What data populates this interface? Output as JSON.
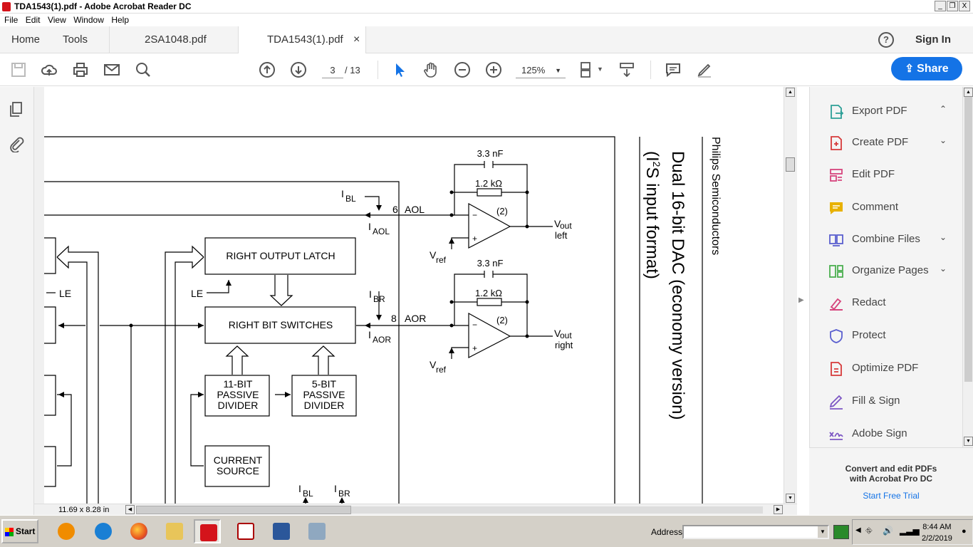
{
  "window": {
    "title": "TDA1543(1).pdf - Adobe Acrobat Reader DC",
    "min": "_",
    "restore": "❐",
    "close": "X"
  },
  "menu": [
    "File",
    "Edit",
    "View",
    "Window",
    "Help"
  ],
  "tabs": {
    "home": "Home",
    "tools": "Tools",
    "doc1": "2SA1048.pdf",
    "doc2": "TDA1543(1).pdf",
    "close": "×"
  },
  "header": {
    "help": "?",
    "signin": "Sign In"
  },
  "toolbar": {
    "page_current": "3",
    "page_total": "/ 13",
    "zoom": "125%",
    "share": "Share"
  },
  "doc": {
    "dims": "11.69 x 8.28 in",
    "schematic": {
      "right_output_latch": "RIGHT OUTPUT LATCH",
      "right_bit_switches": "RIGHT BIT SWITCHES",
      "div11_1": "11-BIT",
      "div11_2": "PASSIVE",
      "div11_3": "DIVIDER",
      "div5_1": "5-BIT",
      "div5_2": "PASSIVE",
      "div5_3": "DIVIDER",
      "cur1": "CURRENT",
      "cur2": "SOURCE",
      "le": "LE",
      "i": "I",
      "bl": "BL",
      "br": "BR",
      "aol": "AOL",
      "aor": "AOR",
      "pin6": "6",
      "pin8": "8",
      "cap": "3.3 nF",
      "res": "1.2  kΩ",
      "amp": "(2)",
      "v": "V",
      "ref": "ref",
      "out": "out",
      "left": "left",
      "right": "right",
      "minus": "−",
      "plus": "+"
    },
    "title_main": "Dual 16-bit DAC (economy version)",
    "title_sub_a": "(I",
    "title_sub_sup": "2",
    "title_sub_b": "S input format)",
    "company": "Philips Semiconductors"
  },
  "rightpanel": {
    "items": [
      {
        "label": "Export PDF",
        "chev": "⌃",
        "color": "#2d9f97"
      },
      {
        "label": "Create PDF",
        "chev": "⌄",
        "color": "#d63a3a"
      },
      {
        "label": "Edit PDF",
        "chev": "",
        "color": "#d6457d"
      },
      {
        "label": "Comment",
        "chev": "",
        "color": "#e8b100"
      },
      {
        "label": "Combine Files",
        "chev": "⌄",
        "color": "#5a5fcf"
      },
      {
        "label": "Organize Pages",
        "chev": "⌄",
        "color": "#4caf50"
      },
      {
        "label": "Redact",
        "chev": "",
        "color": "#d6457d"
      },
      {
        "label": "Protect",
        "chev": "",
        "color": "#5a5fcf"
      },
      {
        "label": "Optimize PDF",
        "chev": "",
        "color": "#d63a3a"
      },
      {
        "label": "Fill & Sign",
        "chev": "",
        "color": "#7d57c4"
      },
      {
        "label": "Adobe Sign",
        "chev": "",
        "color": "#7d57c4"
      }
    ],
    "promo1": "Convert and edit PDFs",
    "promo2": "with Acrobat Pro DC",
    "promo3": "Start Free Trial"
  },
  "taskbar": {
    "start": "Start",
    "address": "Address",
    "time": "8:44 AM",
    "date": "2/2/2019"
  }
}
